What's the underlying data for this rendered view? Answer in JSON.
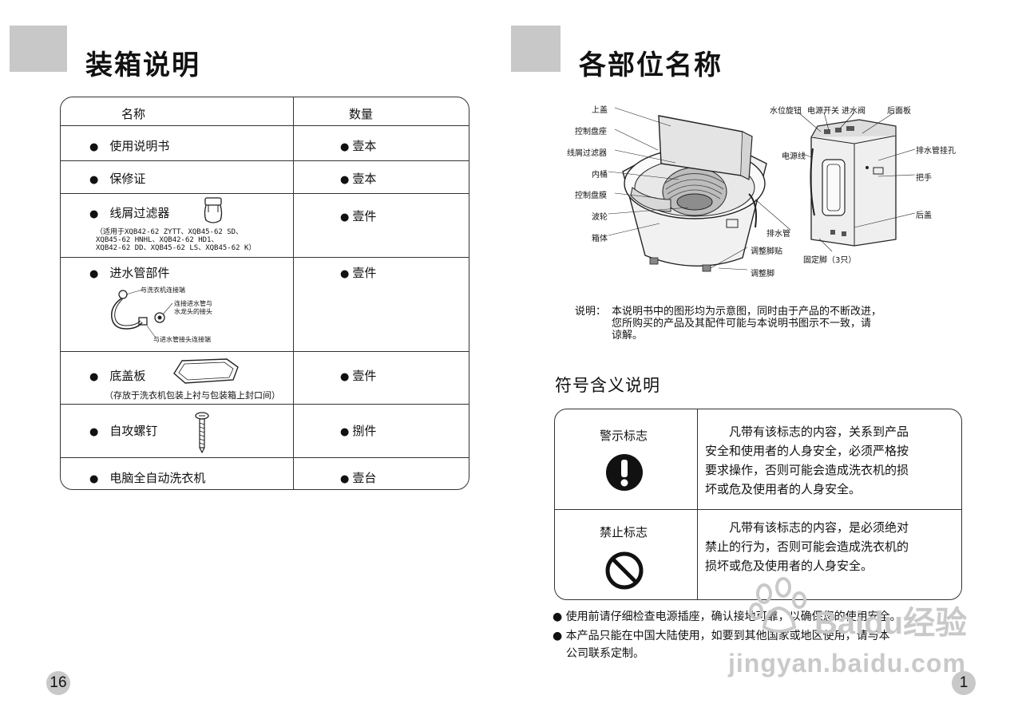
{
  "left_page": {
    "title": "装箱说明",
    "page_number": "16",
    "table": {
      "headers": {
        "name": "名称",
        "qty": "数量"
      },
      "rows": [
        {
          "name": "使用说明书",
          "qty": "壹本"
        },
        {
          "name": "保修证",
          "qty": "壹本"
        },
        {
          "name": "线屑过滤器",
          "qty": "壹件",
          "note_lines": [
            "（适用于XQB42-62  ZYTT、XQB45-62  SD、",
            "XQB45-62  HNHL、XQB42-62  HD1、",
            "XQB42-62  DD、XQB45-62 LS、XQB45-62 K）"
          ]
        },
        {
          "name": "进水管部件",
          "qty": "壹件",
          "labels": {
            "washer_end": "与洗衣机连接端",
            "faucet_joint_1": "连接进水管与",
            "faucet_joint_2": "水龙头的接头",
            "pipe_joint_end": "与进水管接头连接端"
          }
        },
        {
          "name": "底盖板",
          "qty": "壹件",
          "note": "（存放于洗衣机包装上衬与包装箱上封口间）"
        },
        {
          "name": "自攻螺钉",
          "qty": "捌件"
        },
        {
          "name": "电脑全自动洗衣机",
          "qty": "壹台"
        }
      ],
      "bullet": "●"
    }
  },
  "right_page": {
    "title": "各部位名称",
    "page_number": "1",
    "diagram_labels": {
      "top_lid": "上盖",
      "control_panel": "控制盘座",
      "lint_filter": "线屑过滤器",
      "inner_tub": "内桶",
      "control_film": "控制盘膜",
      "pulsator": "波轮",
      "cabinet": "箱体",
      "drain_hose": "排水管",
      "foot_pad": "调整脚贴",
      "adjust_foot": "调整脚",
      "water_level_knob": "水位旋钮",
      "power_switch": "电源开关",
      "inlet_valve": "进水阀",
      "back_panel": "后面板",
      "power_cord": "电源线",
      "drain_hook_hole": "排水管挂孔",
      "handle": "把手",
      "back_cover": "后盖",
      "fixed_feet": "固定脚（3只）"
    },
    "description": {
      "prefix": "说明：",
      "lines": [
        "本说明书中的图形均为示意图，同时由于产品的不断改进，",
        "您所购买的产品及其配件可能与本说明书图示不一致，请",
        "谅解。"
      ]
    },
    "symbols_title": "符号含义说明",
    "symbols": [
      {
        "name": "警示标志",
        "desc_lines": [
          "凡带有该标志的内容，关系到产品",
          "安全和使用者的人身安全，必须严格按",
          "要求操作，否则可能会造成洗衣机的损",
          "坏或危及使用者的人身安全。"
        ]
      },
      {
        "name": "禁止标志",
        "desc_lines": [
          "凡带有该标志的内容，是必须绝对",
          "禁止的行为，否则可能会造成洗衣机的",
          "损坏或危及使用者的人身安全。"
        ]
      }
    ],
    "notes": [
      "● 使用前请仔细检查电源插座，确认接地可靠，以确保您的使用安全。",
      "● 本产品只能在中国大陆使用，如要到其他国家或地区使用，请与本",
      "公司联系定制。"
    ],
    "watermark": {
      "brand": "Baidu经验",
      "url": "jingyan.baidu.com"
    }
  },
  "colors": {
    "gray_block": "#c8c8c8",
    "ink": "#111111",
    "watermark": "#c9c9c9"
  }
}
